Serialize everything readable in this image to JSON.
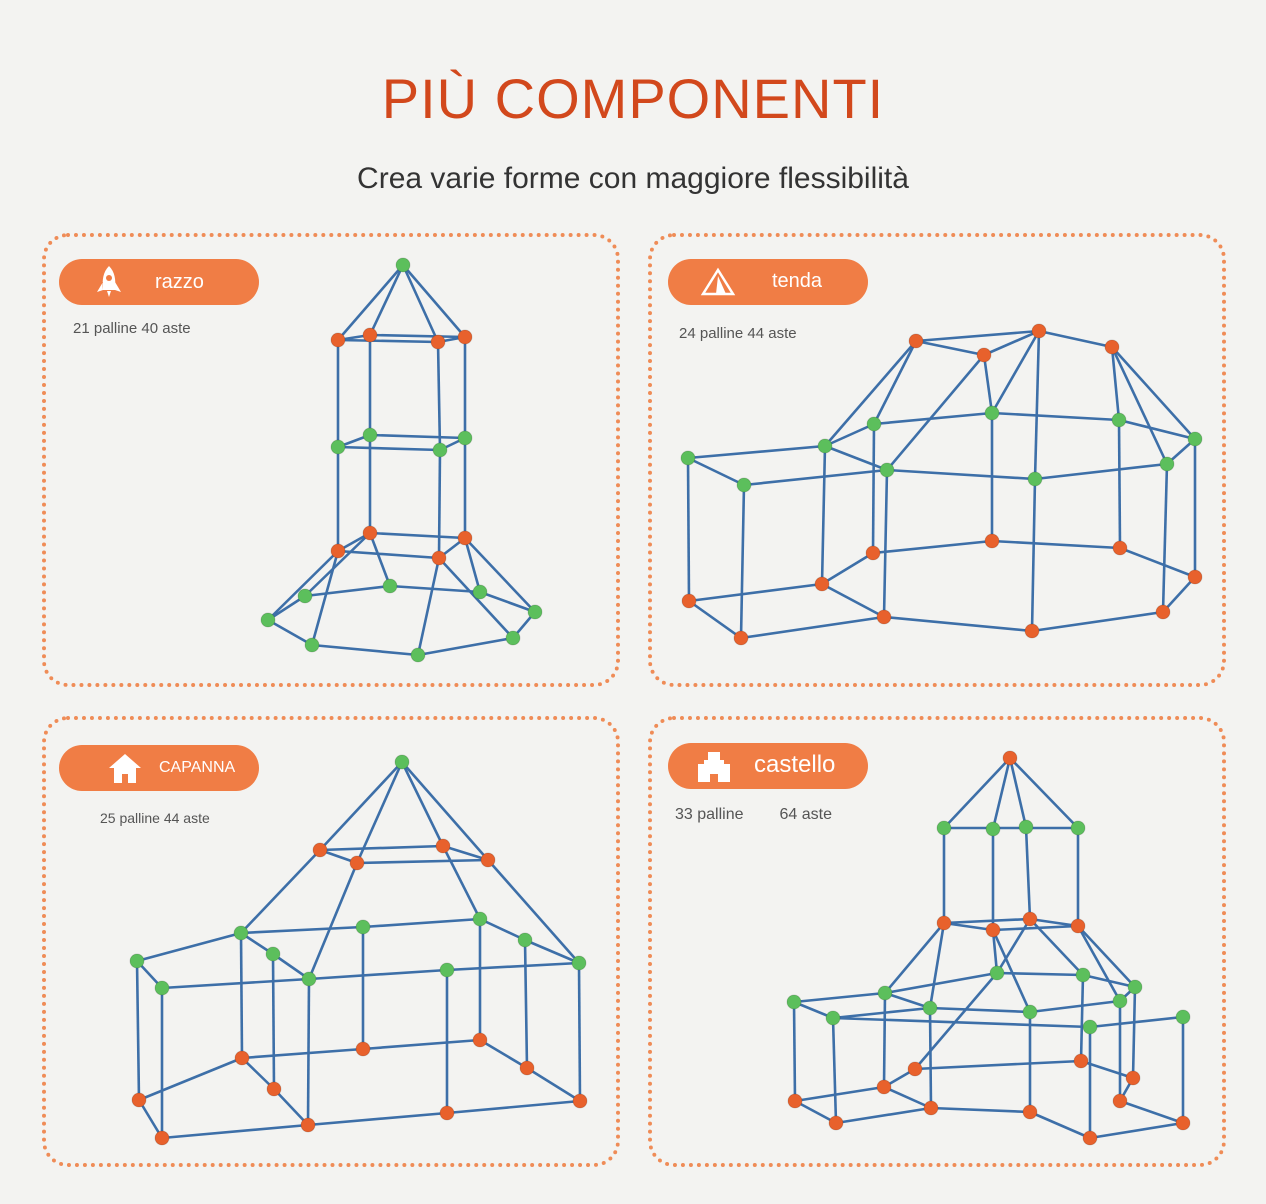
{
  "header": {
    "title": "PIÙ COMPONENTI",
    "subtitle": "Crea varie forme con maggiore flessibilità"
  },
  "colors": {
    "accent": "#f07d45",
    "title": "#d2481c",
    "rod": "#3d6fa8",
    "ball_orange": "#e8612c",
    "ball_green": "#5cbf5c"
  },
  "cards": [
    {
      "name": "razzo",
      "icon": "rocket-icon",
      "balls": "21 palline",
      "rods": "40 aste"
    },
    {
      "name": "tenda",
      "icon": "tent-icon",
      "balls": "24 palline",
      "rods": "44 aste"
    },
    {
      "name": "CAPANNA",
      "icon": "house-icon",
      "balls": "25 palline",
      "rods": "44 aste"
    },
    {
      "name": "castello",
      "icon": "castle-icon",
      "balls": "33 palline",
      "rods": "64 aste"
    }
  ]
}
